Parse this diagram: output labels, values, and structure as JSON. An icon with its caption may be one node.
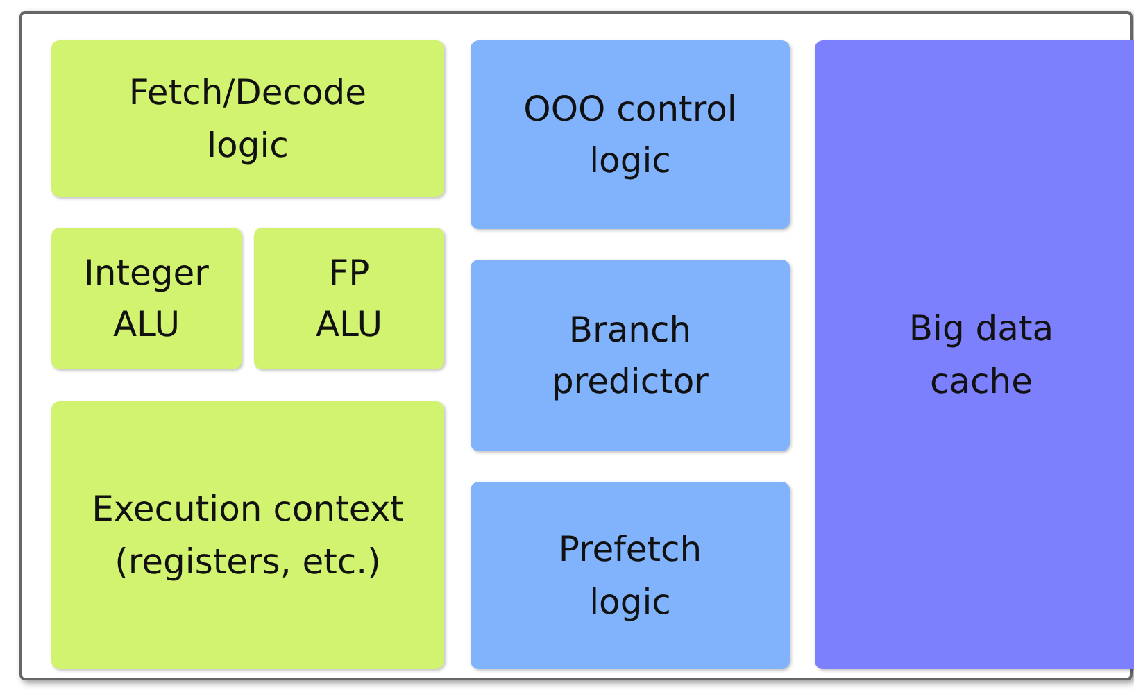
{
  "diagram": {
    "nodes": [
      {
        "text": [],
        "shape": "box"
      },
      {
        "text": [
          "Fetch/Decode logic"
        ],
        "in": 0
      },
      {
        "text": [
          "Integer ALU"
        ],
        "in": 0
      },
      {
        "text": [
          "FP ALU"
        ],
        "in": 0
      },
      {
        "text": [
          "Execution context (registers, etc.)"
        ],
        "in": 0
      },
      {
        "text": [
          "OOO control logic"
        ],
        "in": 0
      },
      {
        "text": [
          "Branch predictor"
        ],
        "in": 0
      },
      {
        "text": [
          "Prefetch logic"
        ],
        "in": 0
      },
      {
        "text": [
          "Big data cache"
        ],
        "in": 0
      }
    ]
  }
}
